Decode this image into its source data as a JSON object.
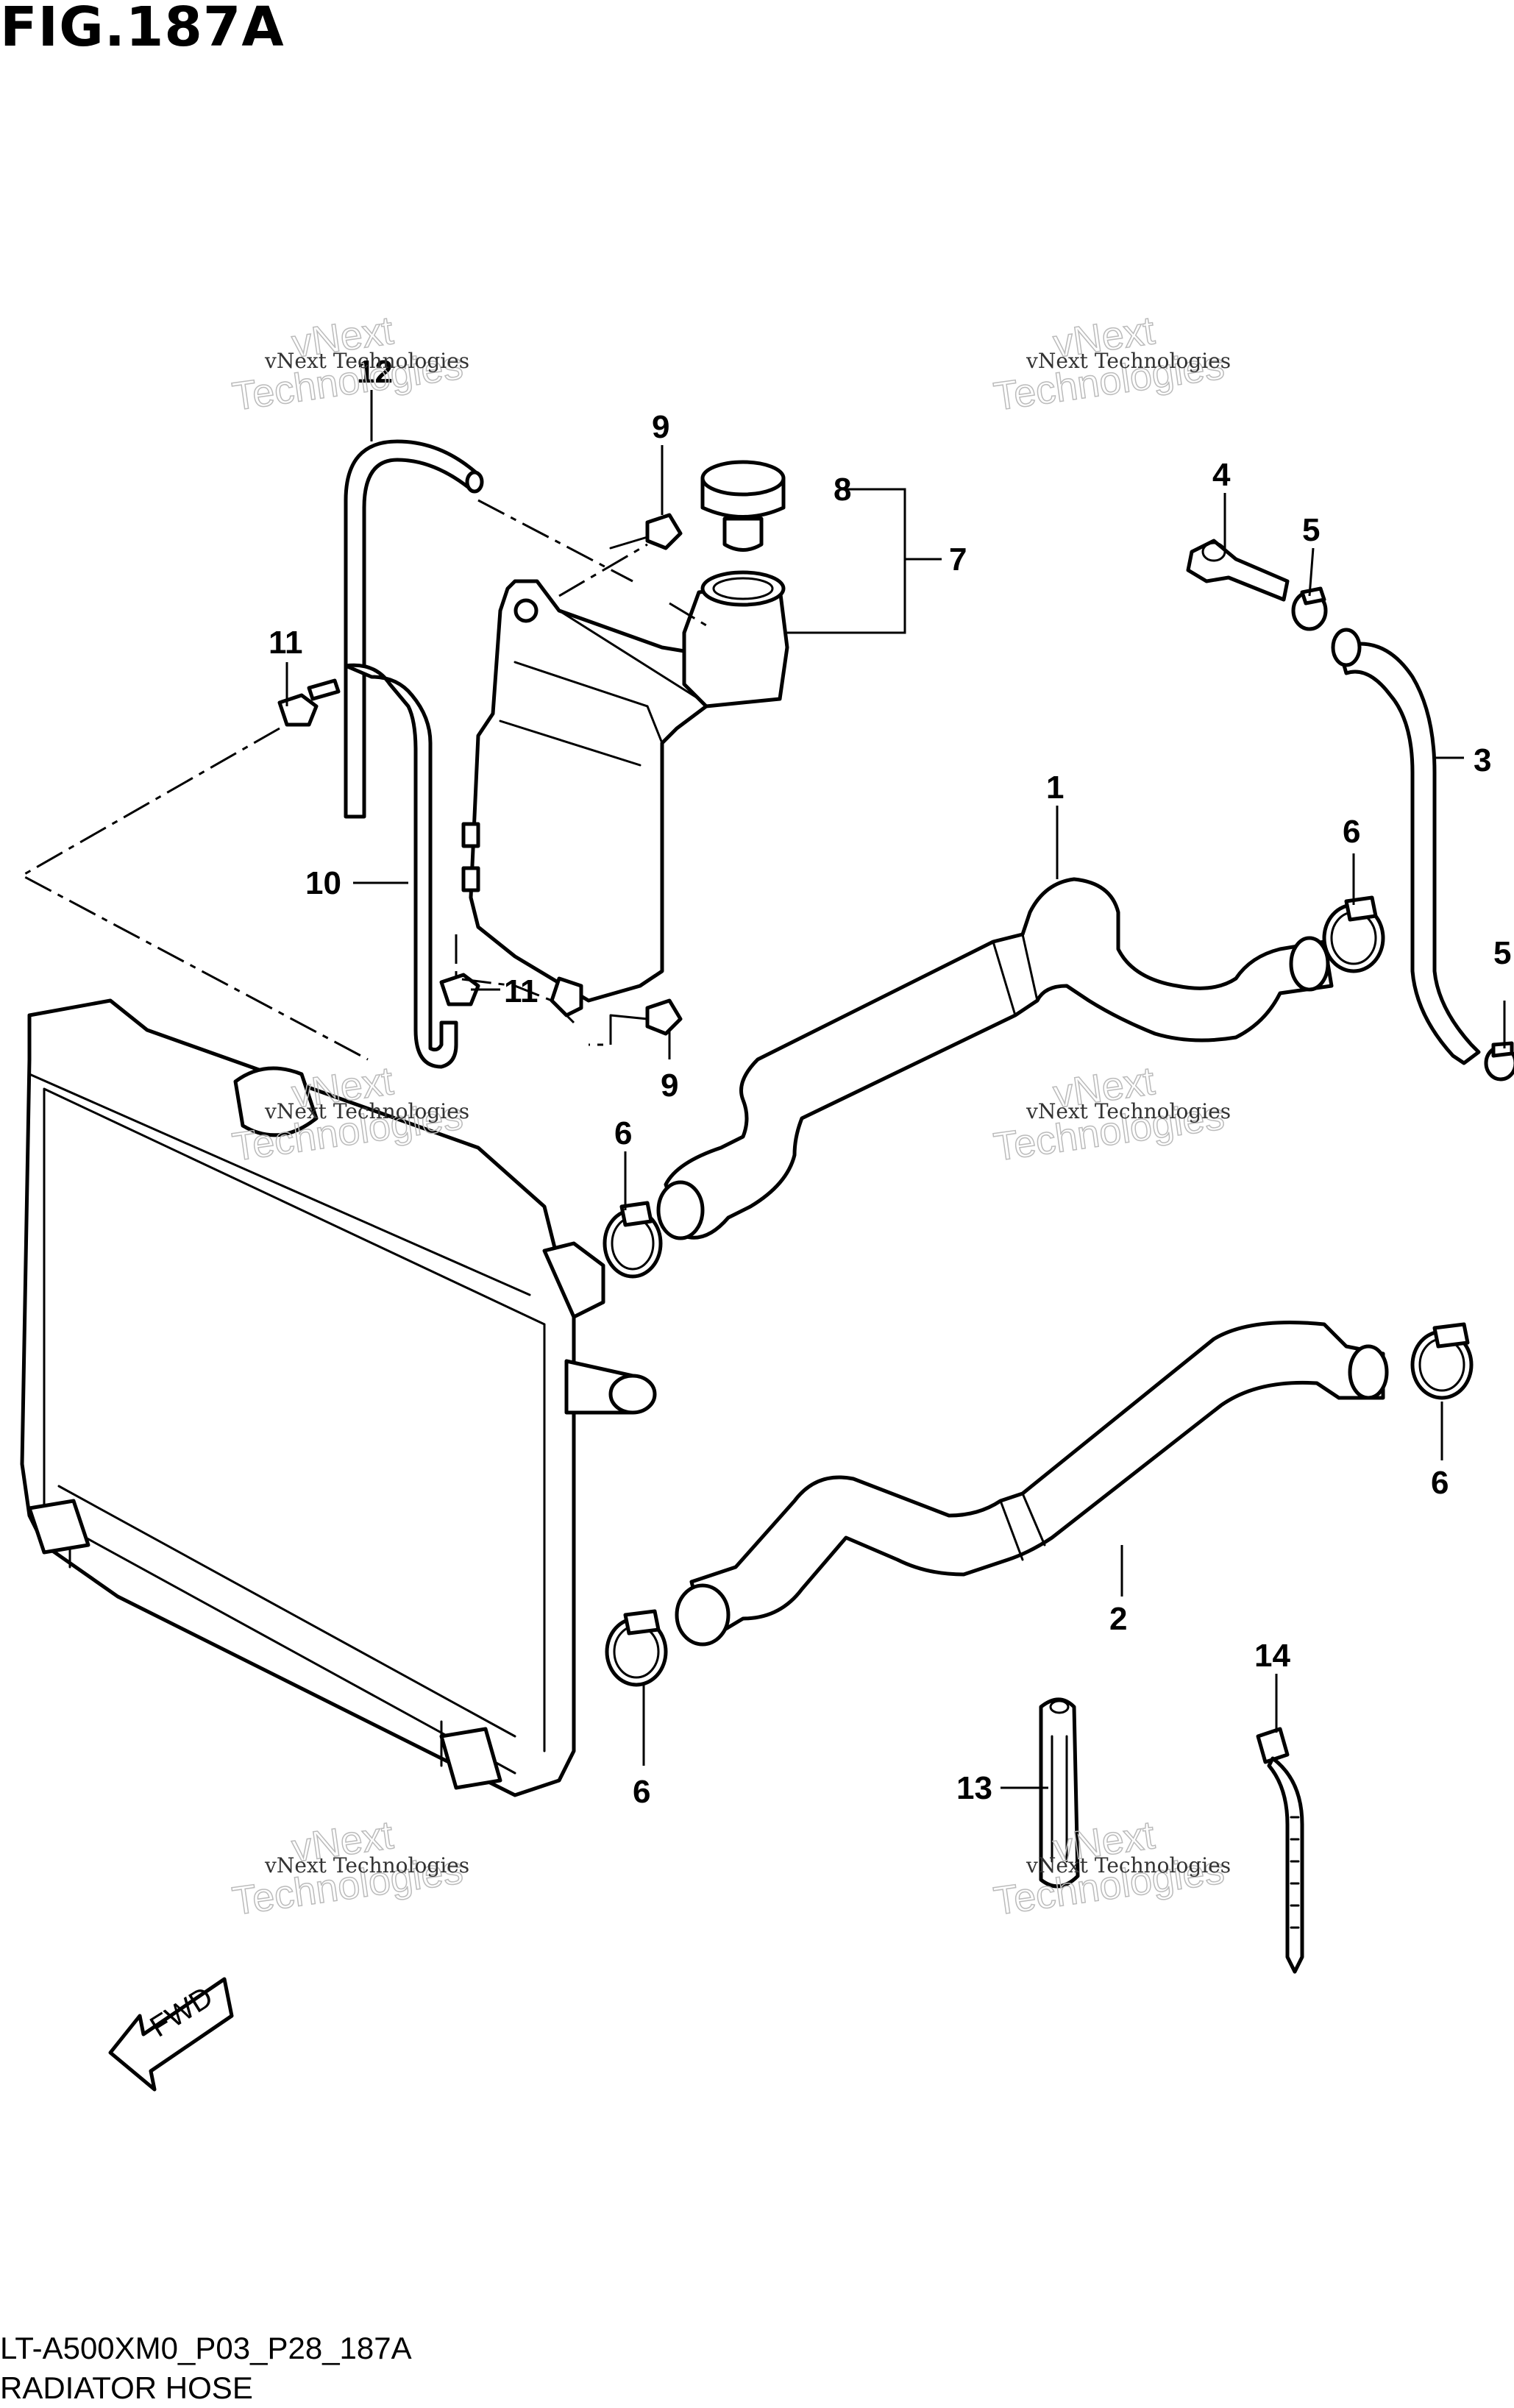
{
  "figure": {
    "title": "FIG.187A",
    "code": "LT-A500XM0_P03_P28_187A",
    "caption": "RADIATOR HOSE"
  },
  "callouts": [
    "1",
    "2",
    "3",
    "4",
    "5",
    "5",
    "6",
    "6",
    "6",
    "6",
    "7",
    "8",
    "9",
    "9",
    "10",
    "11",
    "11",
    "12",
    "13",
    "14"
  ],
  "watermark": {
    "line1": "vNext Technologies",
    "line2": "vNext",
    "line3": "Technologies"
  },
  "fwd_label": "FWD"
}
